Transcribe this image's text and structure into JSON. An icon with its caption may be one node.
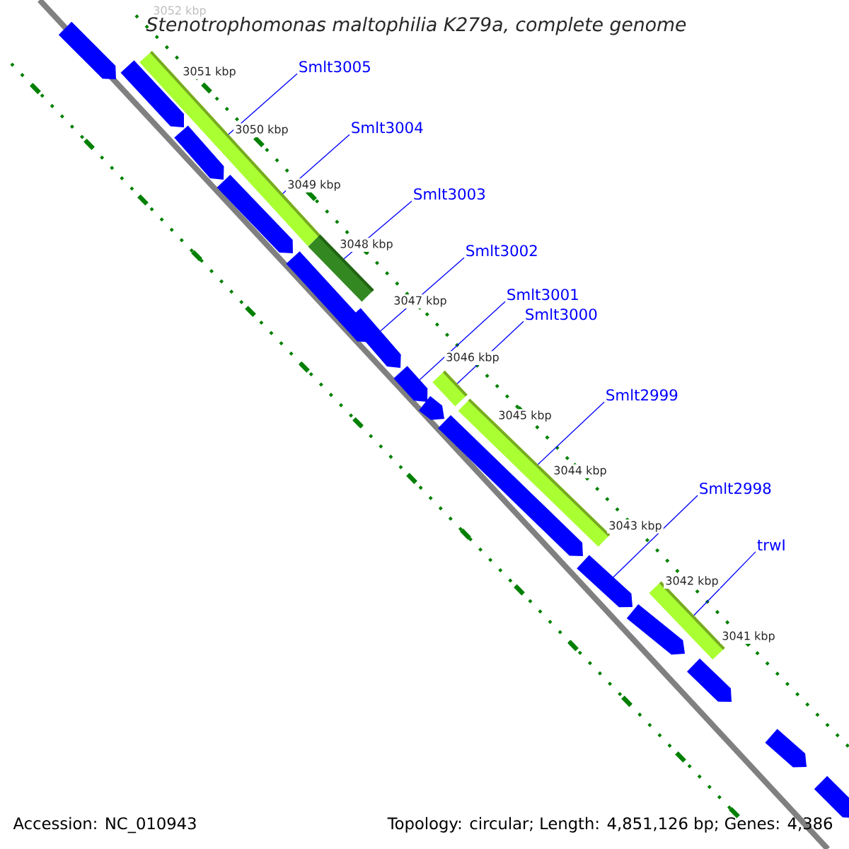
{
  "diagram": {
    "title": "Stenotrophomonas maltophilia K279a, complete genome",
    "nodes": [
      {
        "text": [
          "Smlt3005"
        ]
      },
      {
        "text": [
          "Smlt3004"
        ]
      },
      {
        "text": [
          "Smlt3003"
        ]
      },
      {
        "text": [
          "Smlt3002"
        ]
      },
      {
        "text": [
          "Smlt3001"
        ]
      },
      {
        "text": [
          "Smlt3000"
        ]
      },
      {
        "text": [
          "Smlt2999"
        ]
      },
      {
        "text": [
          "Smlt2998"
        ]
      },
      {
        "text": [
          "trwI"
        ]
      },
      {
        "text": [],
        "shape": "bar"
      },
      {
        "text": [],
        "shape": "bar"
      },
      {
        "text": [],
        "shape": "bar"
      },
      {
        "text": [],
        "shape": "bar"
      },
      {
        "text": [],
        "shape": "bar"
      },
      {
        "text": [],
        "shape": "bar"
      },
      {
        "text": [],
        "shape": "bar"
      },
      {
        "text": [],
        "shape": "bar"
      },
      {
        "text": [],
        "shape": "bar"
      },
      {
        "text": [],
        "shape": "bar"
      },
      {
        "text": [],
        "shape": "bar"
      },
      {
        "text": [],
        "shape": "bar"
      },
      {
        "text": [],
        "shape": "bar"
      },
      {
        "text": [],
        "shape": "bar"
      },
      {
        "text": [],
        "shape": "bar"
      },
      {
        "text": [],
        "shape": "bar"
      },
      {
        "text": [],
        "shape": "bar"
      },
      {
        "text": [],
        "shape": "bar"
      },
      {
        "text": [],
        "shape": "bar"
      }
    ],
    "edges": [
      {
        "from": 0,
        "to": 10,
        "arrow": "none"
      },
      {
        "from": 1,
        "to": 10,
        "arrow": "none"
      },
      {
        "from": 2,
        "to": 14,
        "arrow": "none"
      },
      {
        "from": 3,
        "to": 16,
        "arrow": "none"
      },
      {
        "from": 4,
        "to": 17,
        "arrow": "none"
      },
      {
        "from": 5,
        "to": 18,
        "arrow": "none"
      },
      {
        "from": 6,
        "to": 20,
        "arrow": "none"
      },
      {
        "from": 7,
        "to": 22,
        "arrow": "none"
      },
      {
        "from": 8,
        "to": 23,
        "arrow": "none"
      }
    ],
    "labels": [
      "3052 kbp",
      "3051 kbp",
      "3050 kbp",
      "3049 kbp",
      "3048 kbp",
      "3047 kbp",
      "3046 kbp",
      "3045 kbp",
      "3044 kbp",
      "3043 kbp",
      "3042 kbp",
      "3041 kbp",
      "Accession: NC_010943",
      "Topology: circular; Length: 4,851,126 bp; Genes: 4,386"
    ]
  }
}
